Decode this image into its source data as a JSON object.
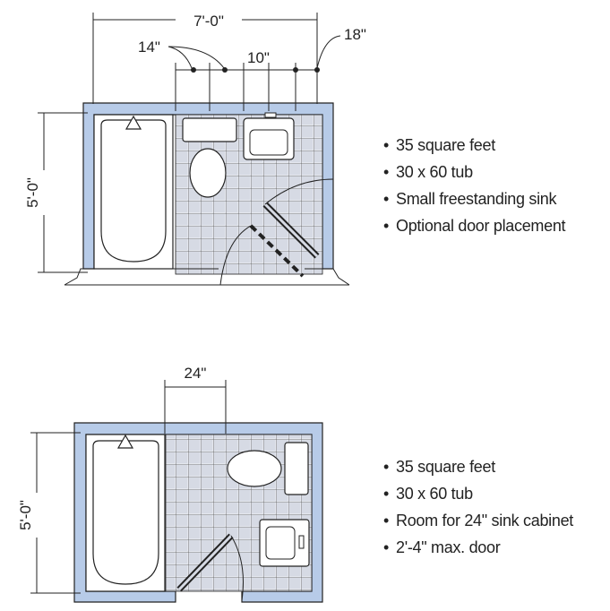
{
  "colors": {
    "wall": "#b7cbe8",
    "line": "#222222",
    "tile": "#dfe2ea"
  },
  "top_plan": {
    "width_label": "7'-0\"",
    "height_label": "5'-0\"",
    "dim_14_label": "14\"",
    "dim_10_label": "10\"",
    "dim_18_label": "18\"",
    "features": [
      "35 square feet",
      "30 x 60 tub",
      "Small freestanding sink",
      "Optional door placement"
    ]
  },
  "bottom_plan": {
    "dim_24_label": "24\"",
    "height_label": "5'-0\"",
    "features": [
      "35 square feet",
      "30 x 60 tub",
      "Room for 24\" sink cabinet",
      "2'-4\" max. door"
    ]
  }
}
